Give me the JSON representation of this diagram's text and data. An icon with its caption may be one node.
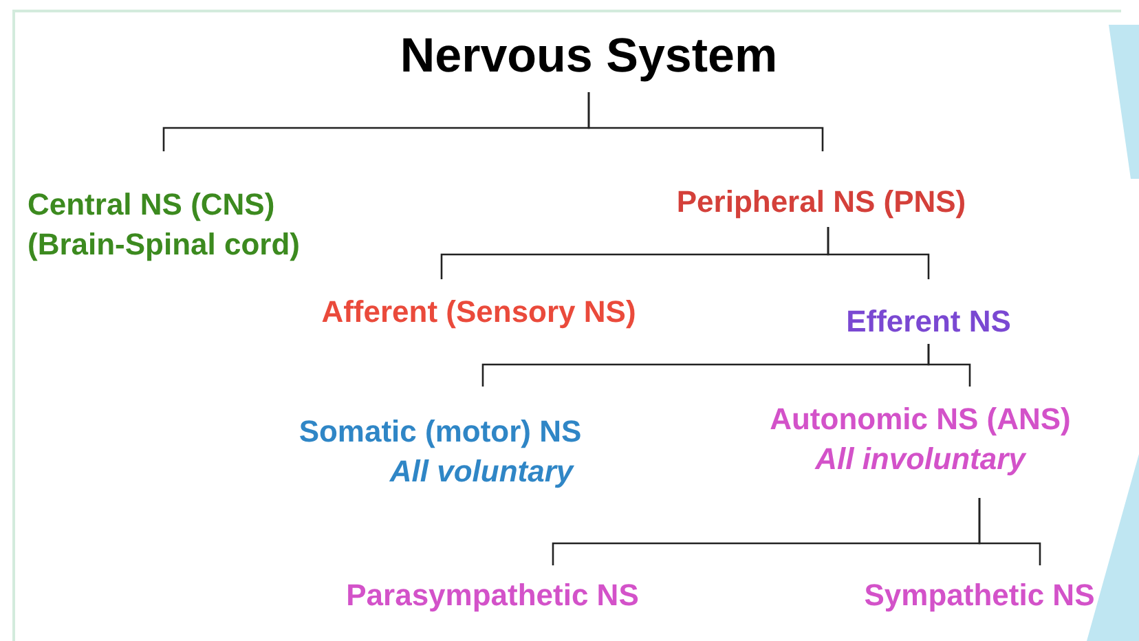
{
  "diagram": {
    "nodes": [
      {
        "text": [
          "Nervous System"
        ]
      },
      {
        "text": [
          "Central NS (CNS)",
          "(Brain-Spinal cord)"
        ]
      },
      {
        "text": [
          "Peripheral NS (PNS)"
        ]
      },
      {
        "text": [
          "Afferent (Sensory NS)"
        ]
      },
      {
        "text": [
          "Efferent NS"
        ]
      },
      {
        "text": [
          "Somatic (motor) NS",
          "All voluntary"
        ]
      },
      {
        "text": [
          "Autonomic NS (ANS)",
          "All involuntary"
        ]
      },
      {
        "text": [
          "Parasympathetic NS"
        ]
      },
      {
        "text": [
          "Sympathetic NS"
        ]
      }
    ],
    "edges": [
      {
        "from": 0,
        "to": 1,
        "arrow": "none"
      },
      {
        "from": 0,
        "to": 2,
        "arrow": "none"
      },
      {
        "from": 2,
        "to": 3,
        "arrow": "none"
      },
      {
        "from": 2,
        "to": 4,
        "arrow": "none"
      },
      {
        "from": 4,
        "to": 5,
        "arrow": "none"
      },
      {
        "from": 4,
        "to": 6,
        "arrow": "none"
      },
      {
        "from": 6,
        "to": 7,
        "arrow": "none"
      },
      {
        "from": 6,
        "to": 8,
        "arrow": "none"
      }
    ]
  }
}
